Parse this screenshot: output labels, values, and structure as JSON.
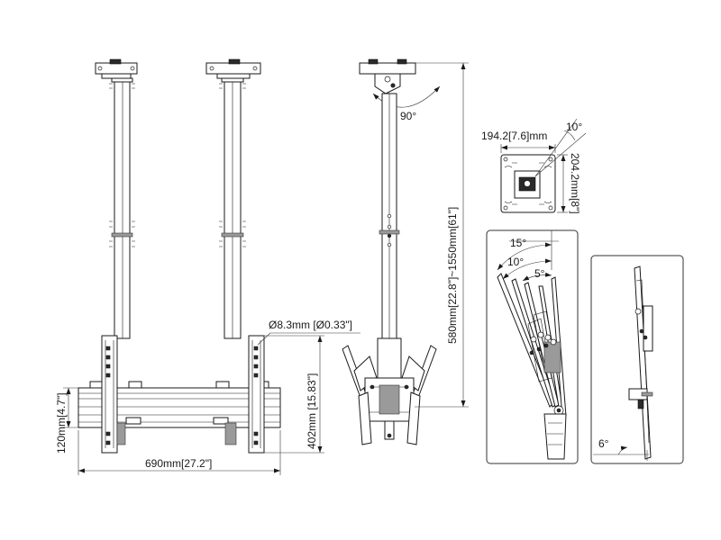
{
  "labels": {
    "rotation_angle": "90°",
    "pole_length_range": "580mm[22.8\"]~1550mm[61\"]",
    "ceiling_plate_width": "194.2[7.6]mm",
    "ceiling_plate_height": "204.2mm[8\"]",
    "ceiling_plate_tilt": "10°",
    "hole_diameter": "Ø8.3mm [Ø0.33\"]",
    "bar_height": "120mm[4.7\"]",
    "bracket_height": "402mm [15.83\"]",
    "bar_width": "690mm[27.2\"]",
    "tilt_max": "15°",
    "tilt_mid": "10°",
    "tilt_min": "5°",
    "portrait_tilt": "6°"
  }
}
